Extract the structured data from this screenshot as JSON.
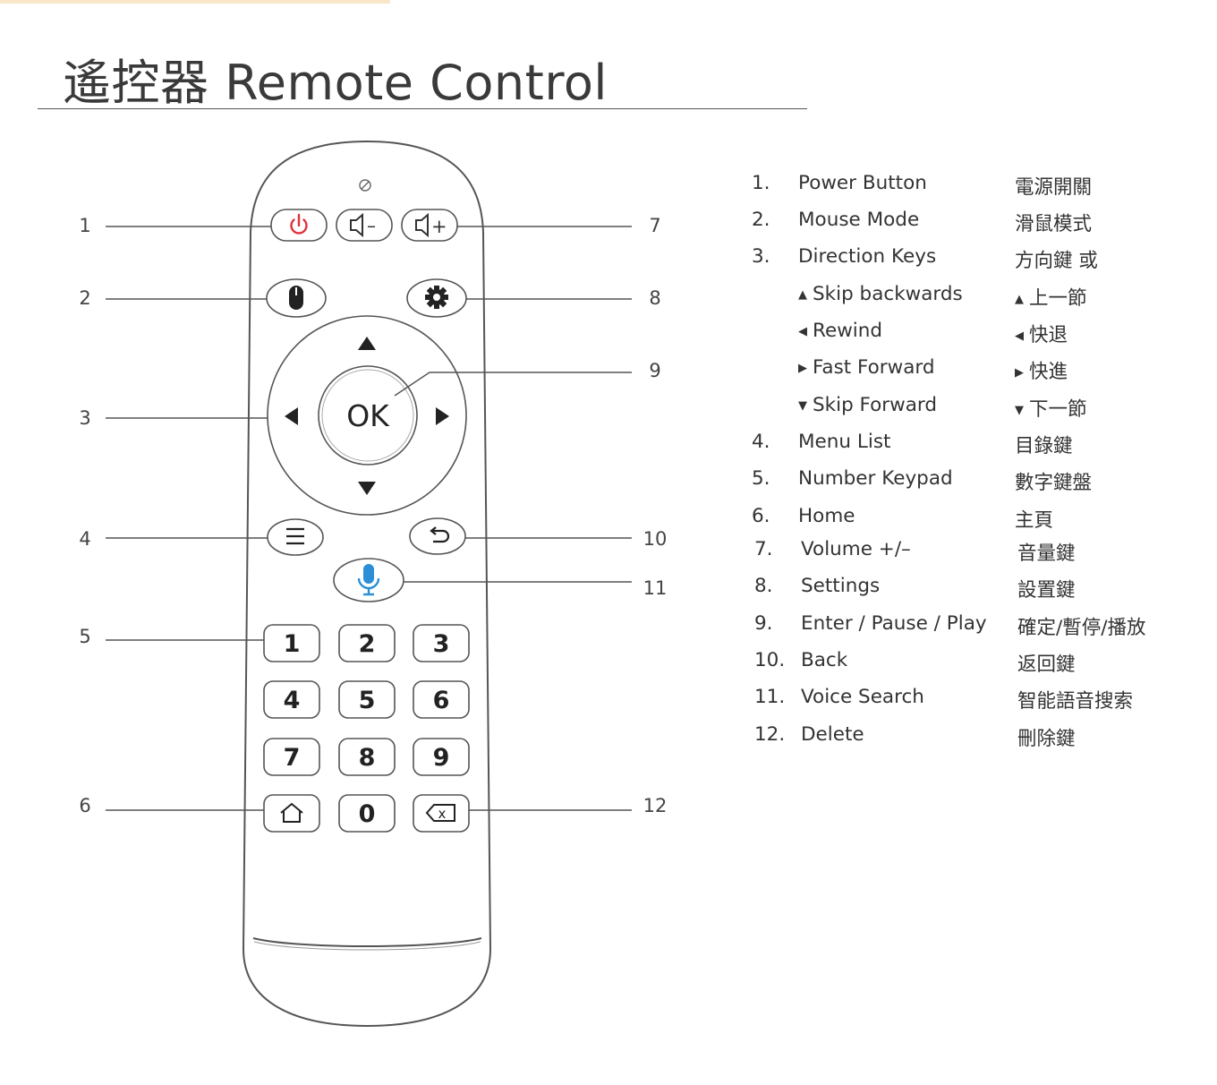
{
  "header": {
    "title": "遙控器 Remote Control",
    "accent_color": "#f8e7c8"
  },
  "remote": {
    "buttons": {
      "power": {
        "icon": "power-icon",
        "color": "#e0303a"
      },
      "volume_down": {
        "icon": "volume-down-icon",
        "glyph": "–"
      },
      "volume_up": {
        "icon": "volume-up-icon",
        "glyph": "+"
      },
      "mouse": {
        "icon": "mouse-icon"
      },
      "settings": {
        "icon": "gear-icon"
      },
      "ok": {
        "label": "OK"
      },
      "menu": {
        "icon": "menu-icon"
      },
      "back": {
        "icon": "back-arrow-icon"
      },
      "voice": {
        "icon": "microphone-icon",
        "color": "#2a8fd6"
      },
      "keypad": [
        "1",
        "2",
        "3",
        "4",
        "5",
        "6",
        "7",
        "8",
        "9",
        "0"
      ],
      "home": {
        "icon": "home-icon"
      },
      "delete": {
        "icon": "delete-icon",
        "glyph": "x"
      }
    },
    "callouts": [
      "1",
      "2",
      "3",
      "4",
      "5",
      "6",
      "7",
      "8",
      "9",
      "10",
      "11",
      "12"
    ]
  },
  "legend": {
    "items": [
      {
        "num": "1.",
        "en": "Power Button",
        "zh": "電源開關"
      },
      {
        "num": "2.",
        "en": "Mouse Mode",
        "zh": "滑鼠模式"
      },
      {
        "num": "3.",
        "en": "Direction Keys",
        "zh": "方向鍵 或"
      },
      {
        "num": "",
        "arrow": "▲",
        "en": "Skip backwards",
        "zh": "上一節"
      },
      {
        "num": "",
        "arrow": "◀",
        "en": "Rewind",
        "zh": "快退"
      },
      {
        "num": "",
        "arrow": "▶",
        "en": "Fast Forward",
        "zh": "快進"
      },
      {
        "num": "",
        "arrow": "▼",
        "en": "Skip Forward",
        "zh": "下一節"
      },
      {
        "num": "4.",
        "en": "Menu List",
        "zh": "目錄鍵"
      },
      {
        "num": "5.",
        "en": "Number Keypad",
        "zh": "數字鍵盤"
      },
      {
        "num": "6.",
        "en": "Home",
        "zh": "主頁"
      },
      {
        "num": "7.",
        "en": "Volume +/–",
        "zh": "音量鍵"
      },
      {
        "num": "8.",
        "en": "Settings",
        "zh": "設置鍵"
      },
      {
        "num": "9.",
        "en": "Enter / Pause / Play",
        "zh": "確定/暫停/播放"
      },
      {
        "num": "10.",
        "en": "Back",
        "zh": "返回鍵"
      },
      {
        "num": "11.",
        "en": "Voice Search",
        "zh": "智能語音搜索"
      },
      {
        "num": "12.",
        "en": "Delete",
        "zh": "刪除鍵"
      }
    ]
  }
}
